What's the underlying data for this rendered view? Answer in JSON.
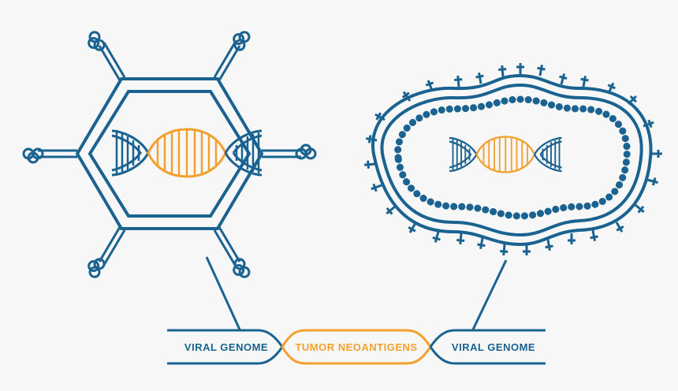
{
  "colors": {
    "background": "#f7f7f7",
    "blue": "#1a6391",
    "orange": "#f3a02f"
  },
  "segments": [
    {
      "label": "VIRAL GENOME",
      "color": "blue"
    },
    {
      "label": "TUMOR NEOANTIGENS",
      "color": "orange"
    },
    {
      "label": "VIRAL GENOME",
      "color": "blue"
    }
  ],
  "icons": [
    "hexagonal-capsid-virus-icon",
    "enveloped-virus-icon",
    "dna-helix-icon"
  ]
}
